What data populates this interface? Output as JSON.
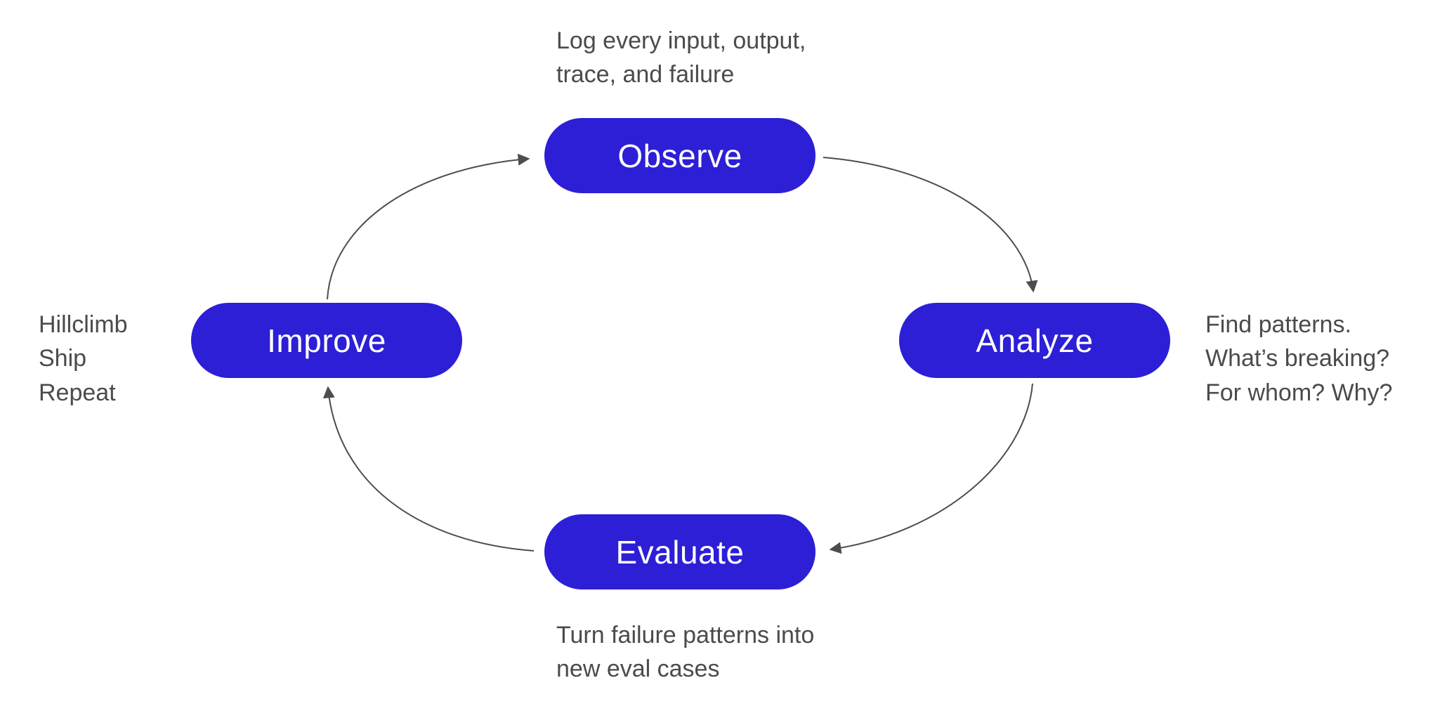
{
  "diagram": {
    "accent_color": "#2c1fd6",
    "arrow_color": "#4d4d4d",
    "nodes": [
      {
        "id": "observe",
        "label": "Observe"
      },
      {
        "id": "analyze",
        "label": "Analyze"
      },
      {
        "id": "evaluate",
        "label": "Evaluate"
      },
      {
        "id": "improve",
        "label": "Improve"
      }
    ],
    "annotations": {
      "observe": "Log every input, output,\ntrace, and failure",
      "analyze": "Find patterns.\nWhat’s breaking?\nFor whom? Why?",
      "evaluate": "Turn failure patterns into\nnew eval cases",
      "improve": "Hillclimb\nShip\nRepeat"
    },
    "edges": [
      {
        "from": "Observe",
        "to": "Analyze"
      },
      {
        "from": "Analyze",
        "to": "Evaluate"
      },
      {
        "from": "Evaluate",
        "to": "Improve"
      },
      {
        "from": "Improve",
        "to": "Observe"
      }
    ]
  }
}
